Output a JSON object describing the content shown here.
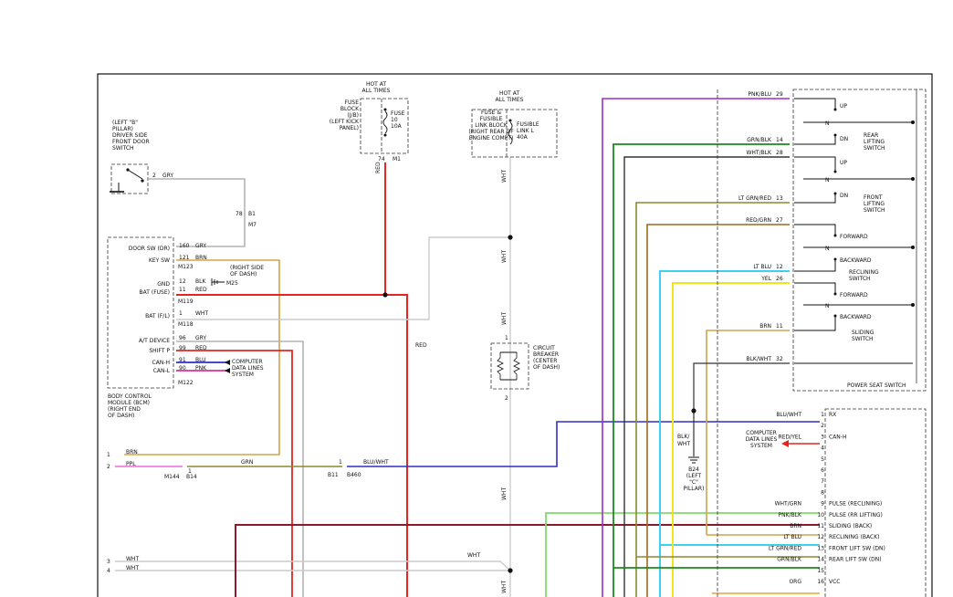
{
  "top_boxes": {
    "hot1": [
      "HOT AT",
      "ALL TIMES"
    ],
    "fuse_block": [
      "FUSE",
      "BLOCK",
      "(J/B)",
      "(LEFT KICK",
      "PANEL)"
    ],
    "fuse10": [
      "FUSE",
      "10",
      "10A"
    ],
    "hot2": [
      "HOT AT",
      "ALL TIMES"
    ],
    "fusible_block": [
      "FUSE &",
      "FUSIBLE",
      "LINK BLOCK",
      "(RIGHT REAR OF",
      "ENGINE COMPT)"
    ],
    "fusible_link": [
      "FUSIBLE",
      "LINK L",
      "40A"
    ]
  },
  "door_switch": {
    "label": [
      "(LEFT \"B\"",
      "PILLAR)",
      "DRIVER SIDE",
      "FRONT DOOR",
      "SWITCH"
    ],
    "pin": "2",
    "wire": "GRY"
  },
  "connectors": {
    "c78": "78",
    "b1": "B1",
    "m7": "M7",
    "c74": "74",
    "m1": "M1",
    "b11": "B11",
    "b460": "B460",
    "m144": "M144",
    "b14": "B14",
    "c1a": "1",
    "c1b": "1"
  },
  "bcm": {
    "pins": [
      {
        "name": "DOOR SW (DR)",
        "pin": "160",
        "wire": "GRY"
      },
      {
        "name": "KEY SW",
        "pin": "121",
        "wire": "BRN"
      },
      {
        "name": "GND",
        "pin": "12",
        "wire": "BLK"
      },
      {
        "name": "BAT (FUSE)",
        "pin": "11",
        "wire": "RED"
      },
      {
        "name": "BAT (F/L)",
        "pin": "1",
        "wire": "WHT"
      },
      {
        "name": "A/T DEVICE",
        "pin": "96",
        "wire": "GRY"
      },
      {
        "name": "SHIFT P",
        "pin": "99",
        "wire": "RED"
      },
      {
        "name": "CAN-H",
        "pin": "91",
        "wire": "BLU"
      },
      {
        "name": "CAN-L",
        "pin": "90",
        "wire": "PNK"
      }
    ],
    "conn_m123": "M123",
    "conn_m119": "M119",
    "conn_m118": "M118",
    "conn_m122": "M122",
    "right_side_dash": [
      "(RIGHT SIDE",
      "OF DASH)"
    ],
    "ground": "M25",
    "computer_data": [
      "COMPUTER",
      "DATA LINES",
      "SYSTEM"
    ],
    "title": [
      "BODY CONTROL",
      "MODULE (BCM)",
      "(RIGHT END",
      "OF DASH)"
    ]
  },
  "wire_labels": {
    "red_vert": "RED",
    "red_mid": "RED",
    "wht1": "WHT",
    "wht2": "WHT",
    "wht3": "WHT",
    "wht4": "WHT",
    "wht5": "WHT",
    "wht6": "WHT",
    "grn": "GRN",
    "blu_wht": "BLU/WHT"
  },
  "left_pins": [
    {
      "num": "1",
      "wire": "BRN"
    },
    {
      "num": "2",
      "wire": "PPL"
    },
    {
      "num": "3",
      "wire": "WHT"
    },
    {
      "num": "4",
      "wire": "WHT"
    }
  ],
  "circuit_breaker": [
    "CIRCUIT",
    "BREAKER",
    "(CENTER",
    "OF DASH)"
  ],
  "cb_pins": {
    "p1": "1",
    "p2": "2"
  },
  "ground_b24": {
    "wire": [
      "BLK/",
      "WHT"
    ],
    "label": [
      "B24",
      "(LEFT",
      "\"C\"",
      "PILLAR)"
    ]
  },
  "power_seat_switch": {
    "title": "POWER SEAT SWITCH",
    "wires": [
      {
        "wire": "PNK/BLU",
        "pin": "29"
      },
      {
        "wire": "GRN/BLK",
        "pin": "14"
      },
      {
        "wire": "WHT/BLK",
        "pin": "28"
      },
      {
        "wire": "LT GRN/RED",
        "pin": "13"
      },
      {
        "wire": "RED/GRN",
        "pin": "27"
      },
      {
        "wire": "LT BLU",
        "pin": "12"
      },
      {
        "wire": "YEL",
        "pin": "26"
      },
      {
        "wire": "BRN",
        "pin": "11"
      },
      {
        "wire": "BLK/WHT",
        "pin": "32"
      }
    ],
    "labels": [
      "UP",
      "DN",
      "UP",
      "DN",
      "FORWARD",
      "BACKWARD",
      "FORWARD",
      "BACKWARD"
    ],
    "rear": [
      "REAR",
      "LIFTING",
      "SWITCH"
    ],
    "front": [
      "FRONT",
      "LIFTING",
      "SWITCH"
    ],
    "reclining": [
      "RECLINING",
      "SWITCH"
    ],
    "sliding": [
      "SLIDING",
      "SWITCH"
    ]
  },
  "module": {
    "computer_data": [
      "COMPUTER",
      "DATA LINES",
      "SYSTEM"
    ],
    "red_yel": "RED/YEL",
    "rows": [
      {
        "wire": "BLU/WHT",
        "pin": "1",
        "func": "RX"
      },
      {
        "wire": "",
        "pin": "2",
        "func": ""
      },
      {
        "wire": "RED/YEL",
        "pin": "3",
        "func": "CAN-H"
      },
      {
        "wire": "",
        "pin": "4",
        "func": ""
      },
      {
        "wire": "",
        "pin": "5",
        "func": ""
      },
      {
        "wire": "",
        "pin": "6",
        "func": ""
      },
      {
        "wire": "",
        "pin": "7",
        "func": ""
      },
      {
        "wire": "",
        "pin": "8",
        "func": ""
      },
      {
        "wire": "WHT/GRN",
        "pin": "9",
        "func": "PULSE (RECLINING)"
      },
      {
        "wire": "PNK/BLK",
        "pin": "10",
        "func": "PULSE (RR LIFTING)"
      },
      {
        "wire": "BRN",
        "pin": "11",
        "func": "SLIDING (BACK)"
      },
      {
        "wire": "LT BLU",
        "pin": "12",
        "func": "RECLINING (BACK)"
      },
      {
        "wire": "LT GRN/RED",
        "pin": "13",
        "func": "FRONT LIFT SW (DN)"
      },
      {
        "wire": "GRN/BLK",
        "pin": "14",
        "func": "REAR LIFT SW (DN)"
      },
      {
        "wire": "",
        "pin": "15",
        "func": ""
      },
      {
        "wire": "ORG",
        "pin": "16",
        "func": "VCC"
      }
    ]
  },
  "colors": {
    "red": "#e8241f",
    "blue": "#2f2fc8",
    "purple": "#a22ad0",
    "magenta": "#d62fa0",
    "green": "#1c8a1c",
    "light_green": "#7fdc6a",
    "brown": "#9c6a1c",
    "tan": "#d4a34a",
    "olive": "#8a8a2a",
    "gray": "#b4b4b4",
    "cyan": "#3ed0ee",
    "yellow": "#f0e41c",
    "maroon": "#8b1a2f",
    "pink": "#ef6ad8",
    "orange": "#f0a030"
  }
}
